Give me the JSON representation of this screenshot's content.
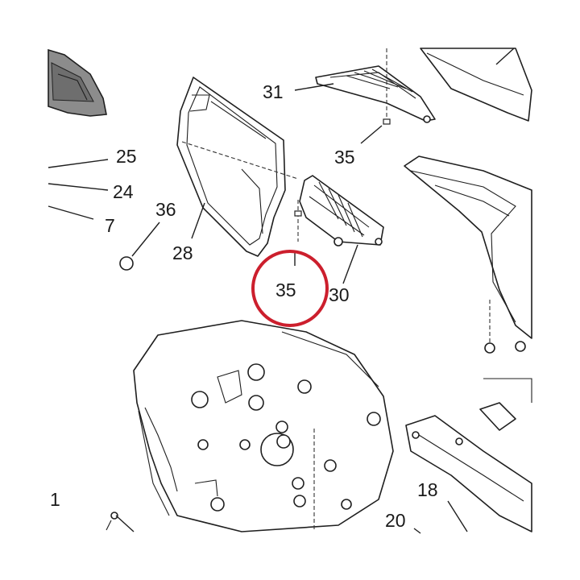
{
  "diagram": {
    "callouts": {
      "c1": "1",
      "c7": "7",
      "c18": "18",
      "c20": "20",
      "c24": "24",
      "c25": "25",
      "c28": "28",
      "c30": "30",
      "c31": "31",
      "c35a": "35",
      "c35b": "35",
      "c36": "36"
    },
    "highlight_color": "#cc1f2d"
  }
}
